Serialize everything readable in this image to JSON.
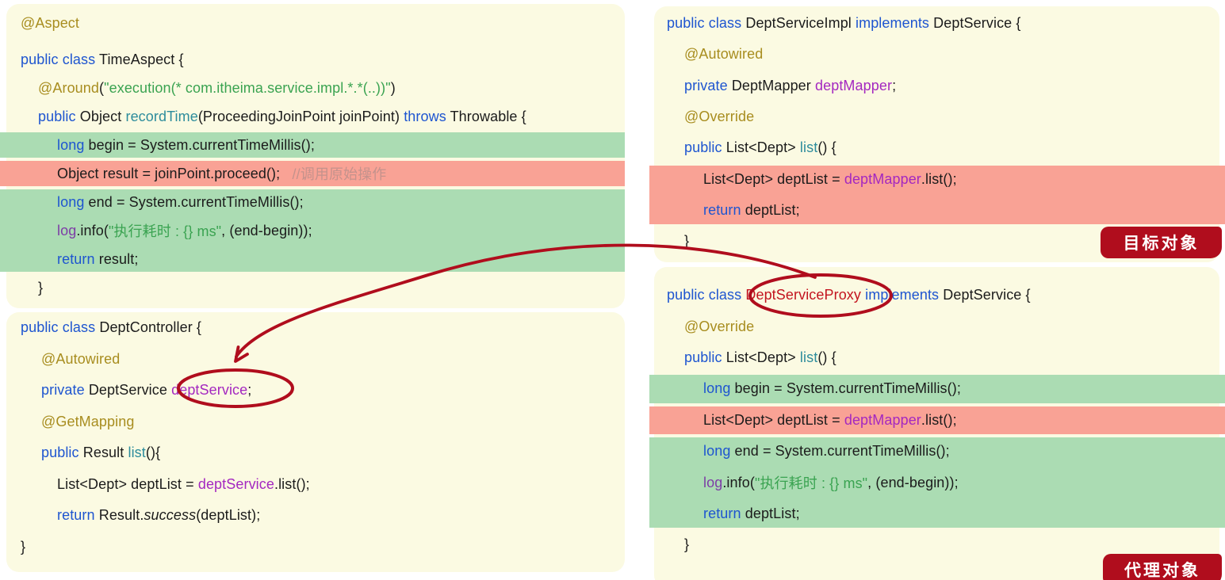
{
  "colors": {
    "panel_bg": "#fbfae2",
    "green_hl": "#abdcb3",
    "red_hl": "#f9a295",
    "kw": "#1e55d0",
    "ann": "#a88d1f",
    "meth": "#2d8c9c",
    "str": "#3aa351",
    "field": "#a428c0",
    "log": "#7d3da6",
    "red_text": "#c3141f",
    "comment": "#c4928c",
    "plain": "#1b1b1b",
    "accent": "#b00d1d",
    "badge_text": "#ffffff"
  },
  "badges": {
    "target": "目标对象",
    "proxy": "代理对象"
  },
  "panels": {
    "time_aspect": {
      "title": "TimeAspect aspect class",
      "lines": [
        {
          "ind": 0,
          "gap": true,
          "spans": [
            {
              "t": "@Aspect",
              "c": "ann"
            }
          ]
        },
        {
          "ind": 0,
          "spans": [
            {
              "t": "public class",
              "c": "kw"
            },
            {
              "t": " TimeAspect {",
              "c": "plain"
            }
          ]
        },
        {
          "ind": 1,
          "spans": [
            {
              "t": "@Around",
              "c": "ann"
            },
            {
              "t": "(",
              "c": "plain"
            },
            {
              "t": "\"execution(* com.itheima.service.impl.*.*(..))\"",
              "c": "str"
            },
            {
              "t": ")",
              "c": "plain"
            }
          ]
        },
        {
          "ind": 1,
          "spans": [
            {
              "t": "public",
              "c": "kw"
            },
            {
              "t": " Object ",
              "c": "plain"
            },
            {
              "t": "recordTime",
              "c": "meth"
            },
            {
              "t": "(ProceedingJoinPoint joinPoint) ",
              "c": "plain"
            },
            {
              "t": "throws",
              "c": "kw"
            },
            {
              "t": " Throwable {",
              "c": "plain"
            }
          ]
        },
        {
          "ind": 2,
          "hl": "green",
          "spans": [
            {
              "t": "long",
              "c": "kw"
            },
            {
              "t": " begin = System.currentTimeMillis();",
              "c": "plain"
            }
          ]
        },
        {
          "ind": 2,
          "hl": "red",
          "spans": [
            {
              "t": "Object result = joinPoint.proceed();   ",
              "c": "plain"
            },
            {
              "t": "//调用原始操作",
              "c": "comment"
            }
          ]
        },
        {
          "ind": 2,
          "hl": "green",
          "spans": [
            {
              "t": "long",
              "c": "kw"
            },
            {
              "t": " end = System.currentTimeMillis();",
              "c": "plain"
            }
          ]
        },
        {
          "ind": 2,
          "hl": "green",
          "spans": [
            {
              "t": "log",
              "c": "log"
            },
            {
              "t": ".info(",
              "c": "plain"
            },
            {
              "t": "\"执行耗时 : {} ms\"",
              "c": "str"
            },
            {
              "t": ", (end-begin));",
              "c": "plain"
            }
          ]
        },
        {
          "ind": 2,
          "hl": "green",
          "spans": [
            {
              "t": "return",
              "c": "kw"
            },
            {
              "t": " result;",
              "c": "plain"
            }
          ]
        },
        {
          "ind": 1,
          "spans": [
            {
              "t": "}",
              "c": "plain"
            }
          ]
        }
      ]
    },
    "dept_controller": {
      "title": "DeptController class",
      "lines": [
        {
          "ind": 0,
          "spans": [
            {
              "t": "public class",
              "c": "kw"
            },
            {
              "t": " DeptController {",
              "c": "plain"
            }
          ]
        },
        {
          "ind": 1,
          "spans": [
            {
              "t": "@Autowired",
              "c": "ann"
            }
          ]
        },
        {
          "ind": 1,
          "spans": [
            {
              "t": "private",
              "c": "kw"
            },
            {
              "t": " DeptService ",
              "c": "plain"
            },
            {
              "t": "deptService",
              "c": "field"
            },
            {
              "t": ";",
              "c": "plain"
            }
          ]
        },
        {
          "ind": 1,
          "spans": [
            {
              "t": "@GetMapping",
              "c": "ann"
            }
          ]
        },
        {
          "ind": 1,
          "spans": [
            {
              "t": "public",
              "c": "kw"
            },
            {
              "t": " Result ",
              "c": "plain"
            },
            {
              "t": "list",
              "c": "meth"
            },
            {
              "t": "(){",
              "c": "plain"
            }
          ]
        },
        {
          "ind": 2,
          "spans": [
            {
              "t": "List<Dept> deptList = ",
              "c": "plain"
            },
            {
              "t": "deptService",
              "c": "field"
            },
            {
              "t": ".list();",
              "c": "plain"
            }
          ]
        },
        {
          "ind": 2,
          "spans": [
            {
              "t": "return",
              "c": "kw"
            },
            {
              "t": " Result.",
              "c": "plain"
            },
            {
              "t": "success",
              "c": "plain",
              "i": true
            },
            {
              "t": "(deptList);",
              "c": "plain"
            }
          ]
        },
        {
          "ind": 0,
          "spans": [
            {
              "t": "}",
              "c": "plain"
            }
          ]
        }
      ]
    },
    "dept_service_impl": {
      "title": "DeptServiceImpl class (target object)",
      "lines": [
        {
          "ind": 0,
          "spans": [
            {
              "t": "public class",
              "c": "kw"
            },
            {
              "t": " DeptServiceImpl ",
              "c": "plain"
            },
            {
              "t": "implements",
              "c": "kw"
            },
            {
              "t": " DeptService {",
              "c": "plain"
            }
          ]
        },
        {
          "ind": 1,
          "spans": [
            {
              "t": "@Autowired",
              "c": "ann"
            }
          ]
        },
        {
          "ind": 1,
          "spans": [
            {
              "t": "private",
              "c": "kw"
            },
            {
              "t": " DeptMapper ",
              "c": "plain"
            },
            {
              "t": "deptMapper",
              "c": "field"
            },
            {
              "t": ";",
              "c": "plain"
            }
          ]
        },
        {
          "ind": 1,
          "spans": [
            {
              "t": "@Override",
              "c": "ann"
            }
          ]
        },
        {
          "ind": 1,
          "spans": [
            {
              "t": "public",
              "c": "kw"
            },
            {
              "t": " List<Dept> ",
              "c": "plain"
            },
            {
              "t": "list",
              "c": "meth"
            },
            {
              "t": "() {",
              "c": "plain"
            }
          ]
        },
        {
          "ind": 2,
          "hl": "red",
          "spans": [
            {
              "t": "List<Dept> deptList = ",
              "c": "plain"
            },
            {
              "t": "deptMapper",
              "c": "field"
            },
            {
              "t": ".list();",
              "c": "plain"
            }
          ]
        },
        {
          "ind": 2,
          "hl": "red",
          "spans": [
            {
              "t": "return",
              "c": "kw"
            },
            {
              "t": " deptList;",
              "c": "plain"
            }
          ]
        },
        {
          "ind": 1,
          "spans": [
            {
              "t": "}",
              "c": "plain"
            }
          ]
        }
      ]
    },
    "dept_service_proxy": {
      "title": "DeptServiceProxy class (proxy object)",
      "lines": [
        {
          "ind": 0,
          "spans": [
            {
              "t": "public class",
              "c": "kw"
            },
            {
              "t": " ",
              "c": "plain"
            },
            {
              "t": "DeptServiceProxy",
              "c": "red"
            },
            {
              "t": " ",
              "c": "plain"
            },
            {
              "t": "implements",
              "c": "kw"
            },
            {
              "t": " DeptService {",
              "c": "plain"
            }
          ]
        },
        {
          "ind": 1,
          "spans": [
            {
              "t": "@Override",
              "c": "ann"
            }
          ]
        },
        {
          "ind": 1,
          "spans": [
            {
              "t": "public",
              "c": "kw"
            },
            {
              "t": " List<Dept> ",
              "c": "plain"
            },
            {
              "t": "list",
              "c": "meth"
            },
            {
              "t": "() {",
              "c": "plain"
            }
          ]
        },
        {
          "ind": 2,
          "hl": "green",
          "spans": [
            {
              "t": "long",
              "c": "kw"
            },
            {
              "t": " begin = System.currentTimeMillis();",
              "c": "plain"
            }
          ]
        },
        {
          "ind": 2,
          "hl": "red",
          "spans": [
            {
              "t": "List<Dept> deptList = ",
              "c": "plain"
            },
            {
              "t": "deptMapper",
              "c": "field"
            },
            {
              "t": ".list();",
              "c": "plain"
            }
          ]
        },
        {
          "ind": 2,
          "hl": "green",
          "spans": [
            {
              "t": "long",
              "c": "kw"
            },
            {
              "t": " end = System.currentTimeMillis();",
              "c": "plain"
            }
          ]
        },
        {
          "ind": 2,
          "hl": "green",
          "spans": [
            {
              "t": "log",
              "c": "log"
            },
            {
              "t": ".info(",
              "c": "plain"
            },
            {
              "t": "\"执行耗时 : {} ms\"",
              "c": "str"
            },
            {
              "t": ", (end-begin));",
              "c": "plain"
            }
          ]
        },
        {
          "ind": 2,
          "hl": "green",
          "spans": [
            {
              "t": "return",
              "c": "kw"
            },
            {
              "t": " deptList;",
              "c": "plain"
            }
          ]
        },
        {
          "ind": 1,
          "spans": [
            {
              "t": "}",
              "c": "plain"
            }
          ]
        }
      ]
    }
  }
}
